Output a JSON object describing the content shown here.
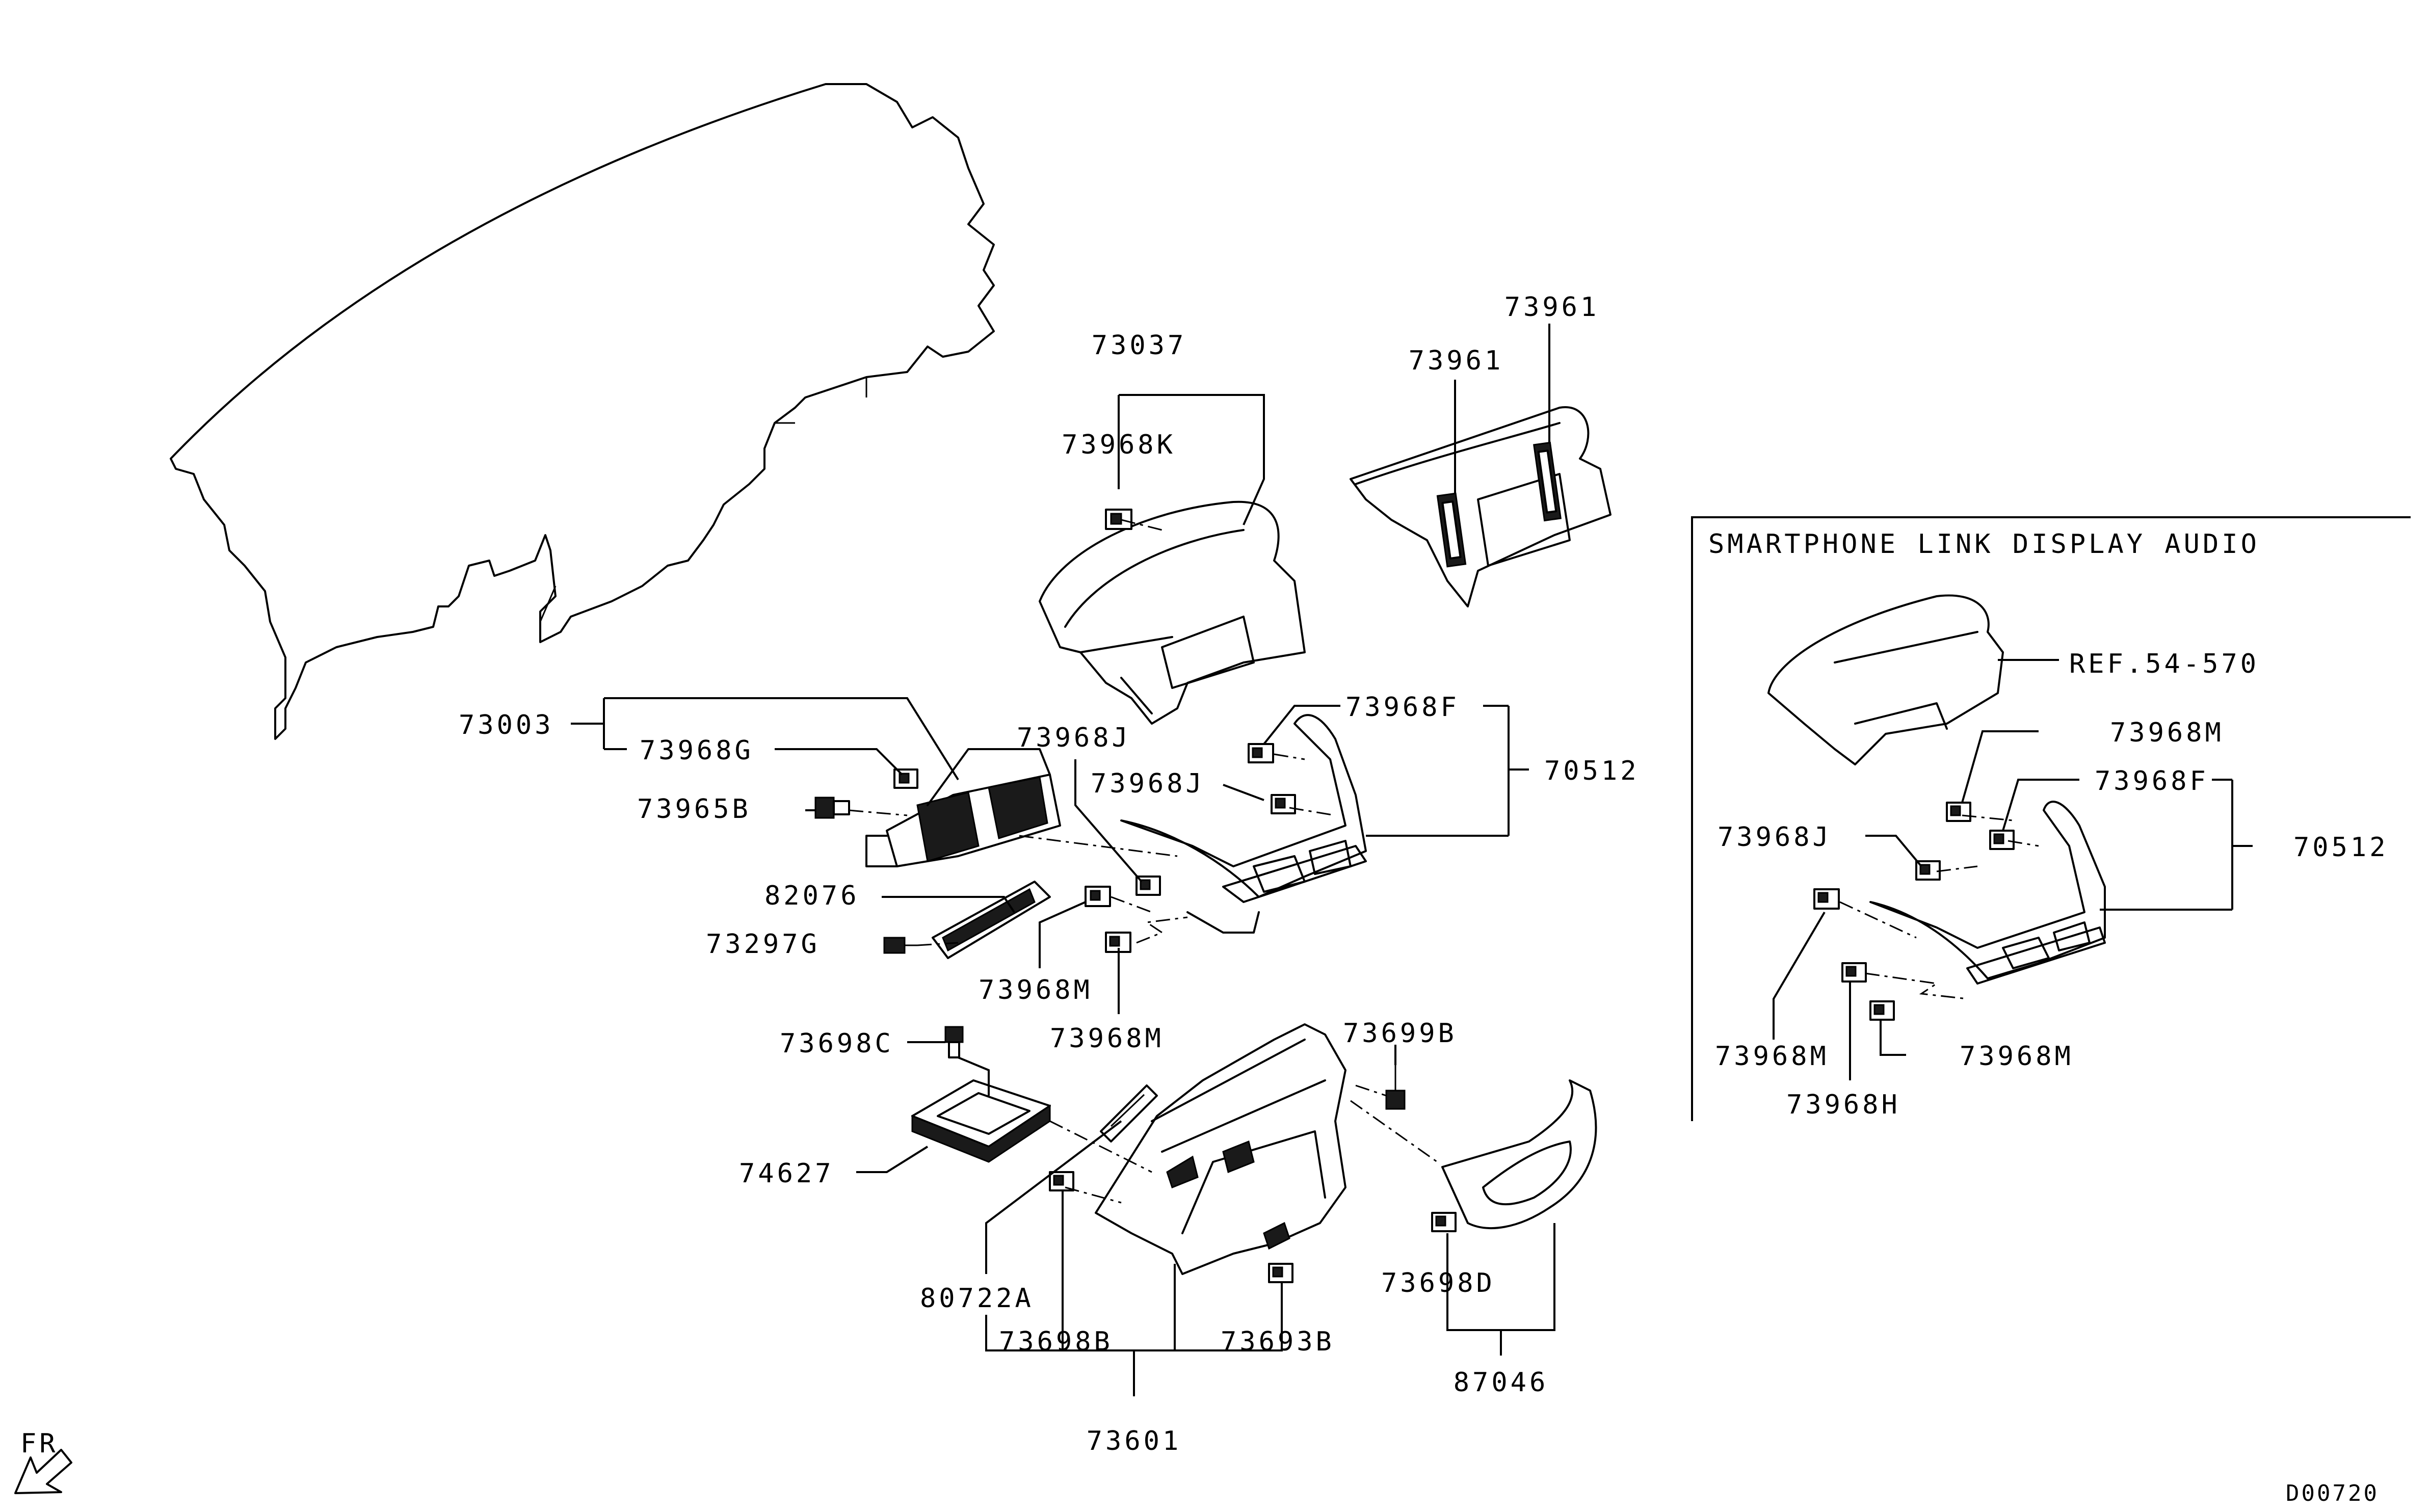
{
  "diagram": {
    "part_labels": {
      "p73037": "73037",
      "p73968K": "73968K",
      "p73961a": "73961",
      "p73961b": "73961",
      "p73003": "73003",
      "p73968G": "73968G",
      "p73968J_a": "73968J",
      "p73968J_b": "73968J",
      "p73968F": "73968F",
      "p70512": "70512",
      "p73965B": "73965B",
      "p82076": "82076",
      "p73297G": "73297G",
      "p73968M_a": "73968M",
      "p73968M_b": "73968M",
      "p73698C": "73698C",
      "p73699B": "73699B",
      "p74627": "74627",
      "p80722A": "80722A",
      "p73698B": "73698B",
      "p73693B": "73693B",
      "p73601": "73601",
      "p73698D": "73698D",
      "p87046": "87046"
    },
    "inset": {
      "title": "SMARTPHONE LINK DISPLAY AUDIO",
      "ref": "REF.54-570",
      "p73968M_top": "73968M",
      "p73968F": "73968F",
      "p70512": "70512",
      "p73968J": "73968J",
      "p73968M_left": "73968M",
      "p73968M_right": "73968M",
      "p73968H": "73968H"
    },
    "direction": "FR",
    "drawing_id": "D00720"
  }
}
